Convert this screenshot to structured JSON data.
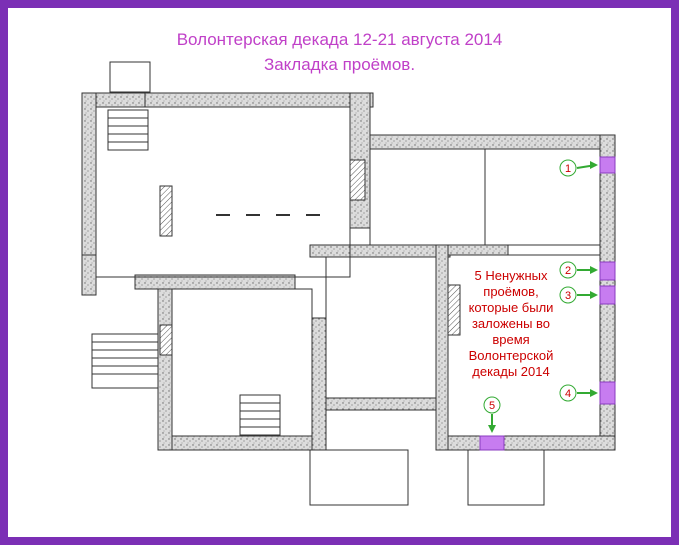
{
  "title": {
    "line1": "Волонтерская декада 12-21 августа 2014",
    "line2": "Закладка проёмов."
  },
  "note": {
    "lines": [
      "5 Ненужных",
      "проёмов,",
      "которые были",
      "заложены  во",
      "время",
      "Волонтерской",
      "декады 2014"
    ]
  },
  "markers": [
    {
      "label": "1"
    },
    {
      "label": "2"
    },
    {
      "label": "3"
    },
    {
      "label": "4"
    },
    {
      "label": "5"
    }
  ],
  "colors": {
    "frame": "#7b2fb5",
    "title": "#c040c8",
    "note": "#cc0000",
    "highlight": "#c77cf0",
    "arrow": "#33aa33",
    "wall_fill": "#d0d0d0"
  }
}
